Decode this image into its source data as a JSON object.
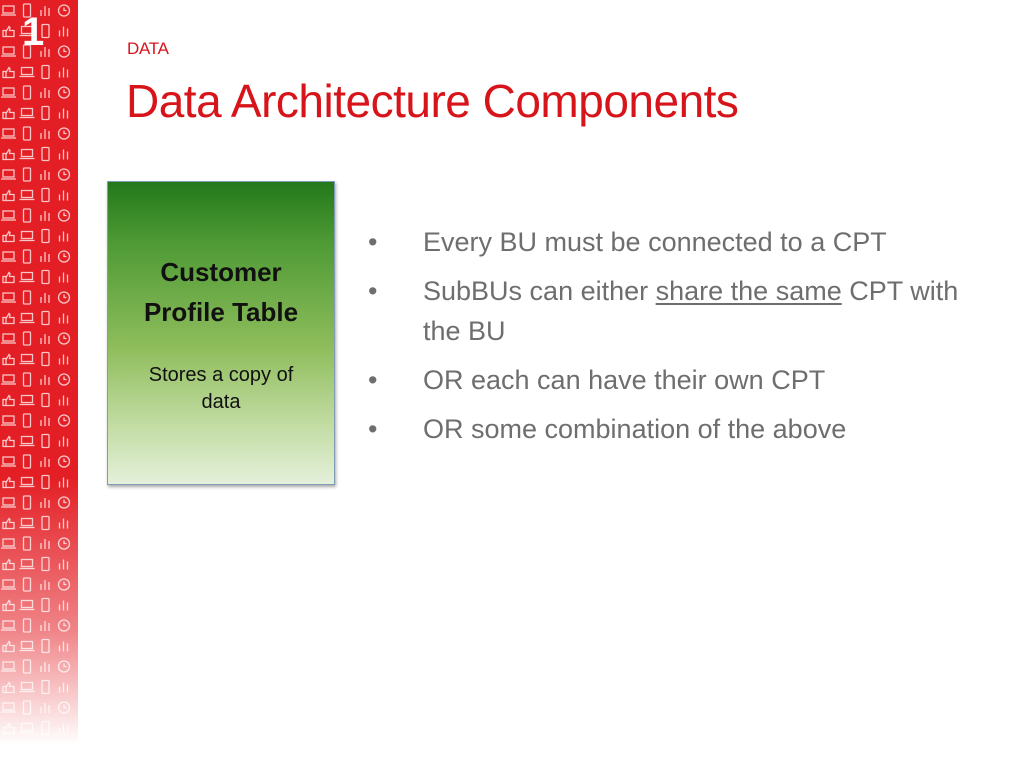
{
  "slide": {
    "number": "1",
    "section_label": "DATA",
    "title": "Data Architecture Components"
  },
  "colors": {
    "brand_red": "#e31e24",
    "title_red": "#d7141a",
    "body_gray": "#6e6e6e",
    "box_green_top": "#23781a",
    "box_green_bottom": "#e4f0da"
  },
  "sidebar_pattern_icons": [
    "laptop-icon",
    "phone-icon",
    "bar-chart-icon",
    "clock-icon",
    "chat-icon",
    "envelope-icon",
    "at-sign-icon",
    "thumbs-up-icon"
  ],
  "component_box": {
    "title": "Customer Profile Table",
    "description": "Stores a copy of data"
  },
  "bullets": [
    {
      "bullet": "•",
      "parts": [
        {
          "text": "Every BU must be connected to a CPT",
          "underline": false
        }
      ]
    },
    {
      "bullet": "•",
      "parts": [
        {
          "text": "SubBUs can either ",
          "underline": false
        },
        {
          "text": "share the same",
          "underline": true
        },
        {
          "text": " CPT with the BU",
          "underline": false
        }
      ]
    },
    {
      "bullet": "•",
      "parts": [
        {
          "text": "OR each can have their own CPT",
          "underline": false
        }
      ]
    },
    {
      "bullet": "•",
      "parts": [
        {
          "text": "OR some combination of the above",
          "underline": false
        }
      ]
    }
  ]
}
